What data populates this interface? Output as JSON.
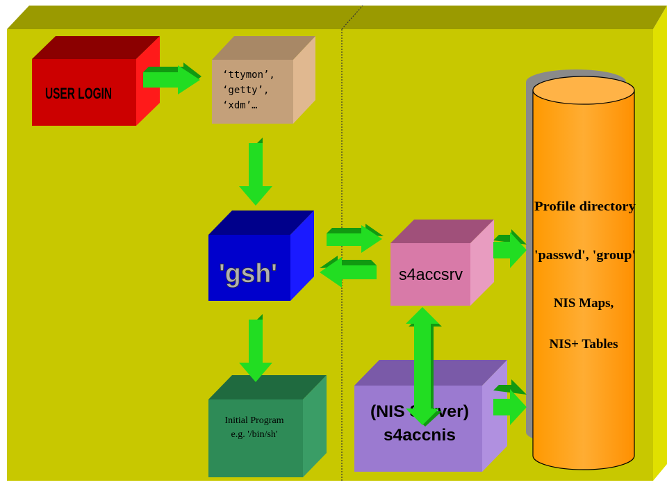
{
  "colors": {
    "panel_front": "#c8c800",
    "panel_top": "#9a9a00",
    "panel_side": "#e0e000",
    "arrow": "#22dd22",
    "arrow_dark": "#119911"
  },
  "boxes": {
    "user_login": {
      "label": "USER LOGIN"
    },
    "getty": {
      "lines": [
        "‘ttymon’,",
        "‘getty’,",
        "‘xdm’…"
      ]
    },
    "gsh": {
      "label": "'gsh'"
    },
    "initial_program": {
      "lines": [
        "Initial Program",
        "e.g. '/bin/sh'"
      ]
    },
    "s4accsrv": {
      "label": "s4accsrv"
    },
    "s4accnis": {
      "lines": [
        "(NIS Server)",
        "s4accnis"
      ]
    }
  },
  "database": {
    "lines": [
      "Profile directory",
      "'passwd', 'group'",
      "NIS Maps,",
      "NIS+ Tables"
    ]
  }
}
